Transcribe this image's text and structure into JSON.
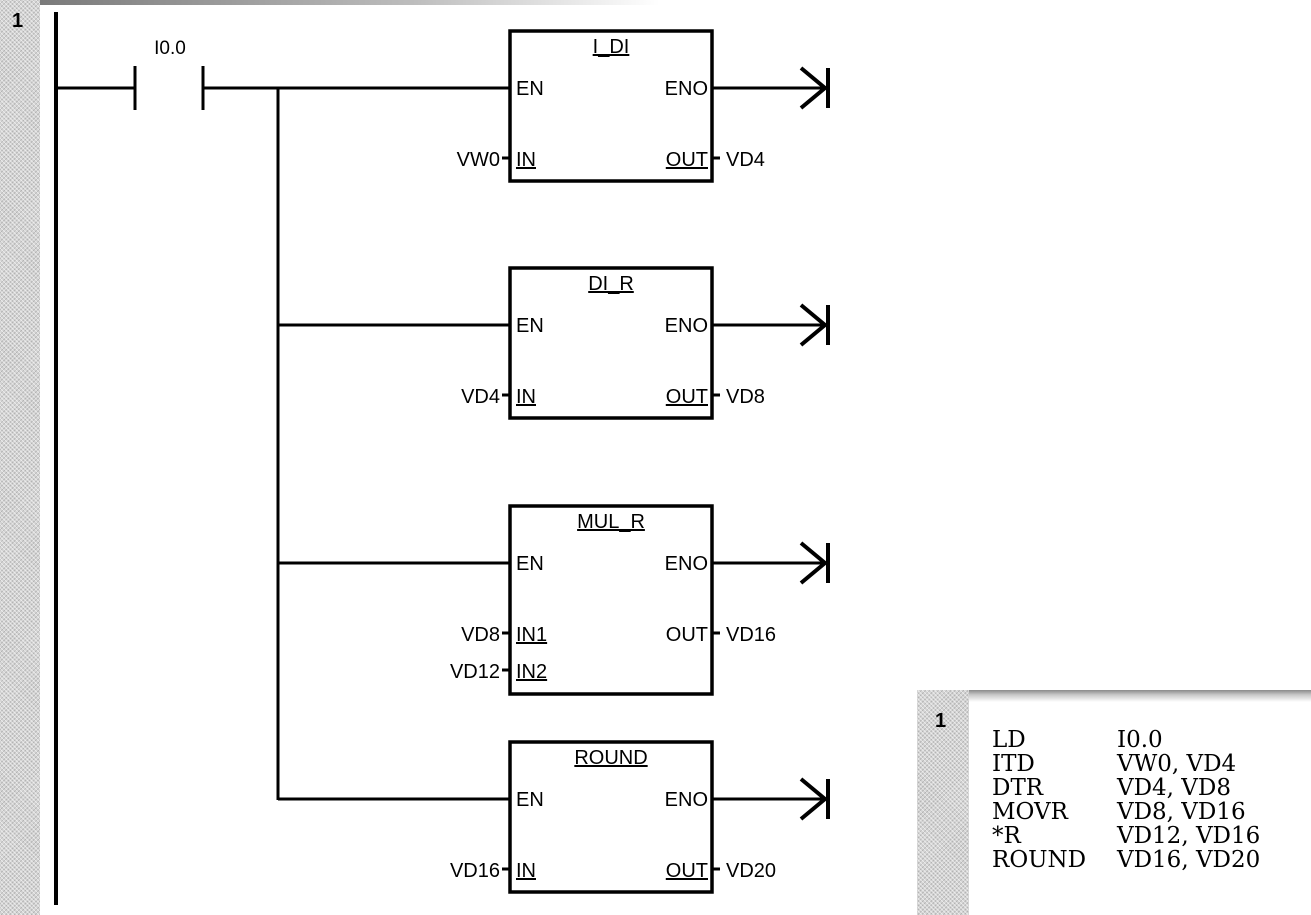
{
  "ladder": {
    "network_number": "1",
    "contact": {
      "label": "I0.0"
    },
    "boxes": [
      {
        "title": "I_DI",
        "pins_left": [
          {
            "pin": "EN",
            "operand": ""
          },
          {
            "pin": "IN",
            "operand": "VW0"
          }
        ],
        "pins_right": [
          {
            "pin": "ENO",
            "operand": ""
          },
          {
            "pin": "OUT",
            "operand": "VD4"
          }
        ]
      },
      {
        "title": "DI_R",
        "pins_left": [
          {
            "pin": "EN",
            "operand": ""
          },
          {
            "pin": "IN",
            "operand": "VD4"
          }
        ],
        "pins_right": [
          {
            "pin": "ENO",
            "operand": ""
          },
          {
            "pin": "OUT",
            "operand": "VD8"
          }
        ]
      },
      {
        "title": "MUL_R",
        "pins_left": [
          {
            "pin": "EN",
            "operand": ""
          },
          {
            "pin": "IN1",
            "operand": "VD8"
          },
          {
            "pin": "IN2",
            "operand": "VD12"
          }
        ],
        "pins_right": [
          {
            "pin": "ENO",
            "operand": ""
          },
          {
            "pin": "OUT",
            "operand": "VD16"
          }
        ]
      },
      {
        "title": "ROUND",
        "pins_left": [
          {
            "pin": "EN",
            "operand": ""
          },
          {
            "pin": "IN",
            "operand": "VD16"
          }
        ],
        "pins_right": [
          {
            "pin": "ENO",
            "operand": ""
          },
          {
            "pin": "OUT",
            "operand": "VD20"
          }
        ]
      }
    ]
  },
  "stl": {
    "network_number": "1",
    "lines": [
      {
        "op": "LD",
        "args": "I0.0"
      },
      {
        "op": "ITD",
        "args": "VW0, VD4"
      },
      {
        "op": "DTR",
        "args": "VD4, VD8"
      },
      {
        "op": "MOVR",
        "args": "VD8, VD16"
      },
      {
        "op": "*R",
        "args": "VD12, VD16"
      },
      {
        "op": "ROUND",
        "args": "VD16, VD20"
      }
    ]
  }
}
